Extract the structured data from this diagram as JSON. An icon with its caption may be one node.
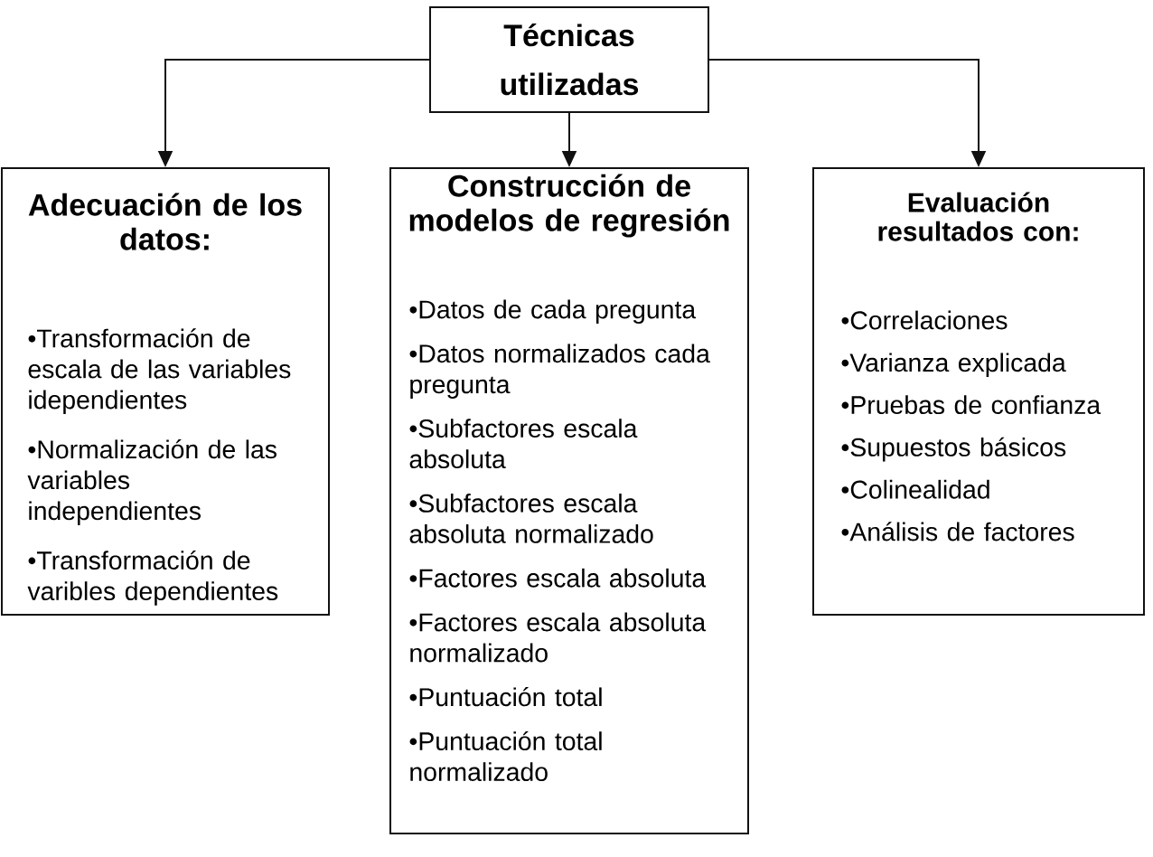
{
  "diagram": {
    "nodes": [
      {
        "text": [
          "Técnicas utilizadas"
        ]
      },
      {
        "text": [
          "Adecuación de los datos:",
          "•Transformación de escala de las variables idependientes",
          "•Normalización de las variables independientes",
          "•Transformación de varibles dependientes"
        ]
      },
      {
        "text": [
          "Construcción de modelos de regresión",
          "•Datos de cada pregunta",
          "•Datos normalizados cada pregunta",
          "•Subfactores escala absoluta",
          "•Subfactores escala absoluta normalizado",
          "•Factores escala absoluta",
          "•Factores escala absoluta normalizado",
          "•Puntuación total",
          "•Puntuación total normalizado"
        ]
      },
      {
        "text": [
          "Evaluación resultados con:",
          "•Correlaciones",
          "•Varianza explicada",
          "•Pruebas de confianza",
          "•Supuestos básicos",
          "•Colinealidad",
          "•Análisis de factores"
        ]
      }
    ],
    "edges": [
      {
        "from": 0,
        "to": 1,
        "arrow": "to"
      },
      {
        "from": 0,
        "to": 2,
        "arrow": "to"
      },
      {
        "from": 0,
        "to": 3,
        "arrow": "to"
      }
    ]
  }
}
